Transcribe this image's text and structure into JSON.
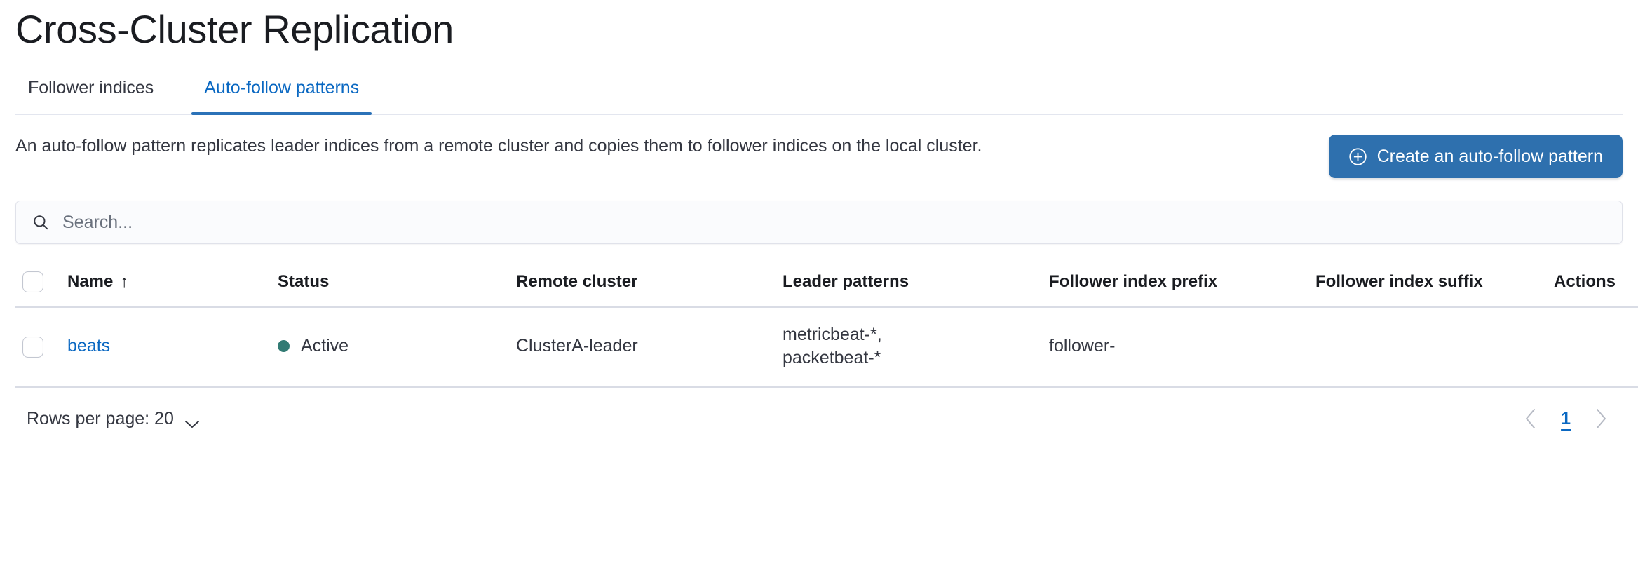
{
  "page": {
    "title": "Cross-Cluster Replication"
  },
  "tabs": [
    {
      "label": "Follower indices",
      "selected": false,
      "name": "tab-follower-indices"
    },
    {
      "label": "Auto-follow patterns",
      "selected": true,
      "name": "tab-auto-follow-patterns"
    }
  ],
  "intro": {
    "description": "An auto-follow pattern replicates leader indices from a remote cluster and copies them to follower indices on the local cluster.",
    "create_button_label": "Create an auto-follow pattern",
    "create_button_icon": "plus-in-circle-icon"
  },
  "search": {
    "placeholder": "Search...",
    "value": "",
    "icon": "search-icon"
  },
  "table": {
    "columns": [
      {
        "key": "name",
        "label": "Name",
        "sorted": true,
        "sort_direction": "asc",
        "sort_icon": "arrow-up-icon"
      },
      {
        "key": "status",
        "label": "Status"
      },
      {
        "key": "remote_cluster",
        "label": "Remote cluster"
      },
      {
        "key": "leader_patterns",
        "label": "Leader patterns"
      },
      {
        "key": "follower_index_prefix",
        "label": "Follower index prefix"
      },
      {
        "key": "follower_index_suffix",
        "label": "Follower index suffix"
      },
      {
        "key": "actions",
        "label": "Actions"
      }
    ],
    "rows": [
      {
        "name": "beats",
        "status": "Active",
        "status_color": "#327b74",
        "remote_cluster": "ClusterA-leader",
        "leader_patterns": "metricbeat-*,\npacketbeat-*",
        "follower_index_prefix": "follower-",
        "follower_index_suffix": "",
        "actions_icon": "ellipsis-horizontal-icon"
      }
    ]
  },
  "footer": {
    "rows_per_page_label": "Rows per page: 20",
    "rows_per_page_icon": "chevron-down-icon",
    "pagination": {
      "prev_icon": "chevron-left-icon",
      "next_icon": "chevron-right-icon",
      "current_page": "1"
    }
  },
  "colors": {
    "accent_blue": "#0a68c2",
    "button_blue": "#2e70ae",
    "tab_underline": "#2b72b8",
    "status_teal": "#327b74",
    "border": "#d9dce5"
  }
}
